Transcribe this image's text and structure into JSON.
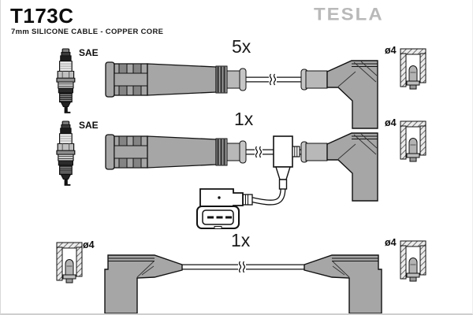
{
  "header": {
    "part_number": "T173C",
    "subtitle": "7mm SILICONE CABLE - COPPER CORE",
    "brand": "TESLA"
  },
  "rows": [
    {
      "id": "row-1",
      "quantity": "5x",
      "plug_standard": "SAE",
      "terminal_diameter": "ø4",
      "parts": [
        "spark-plug",
        "straight-coil-boot",
        "cable-with-break",
        "angled-plug-boot",
        "terminal-socket-cutaway"
      ]
    },
    {
      "id": "row-2",
      "quantity": "1x",
      "plug_standard": "SAE",
      "terminal_diameter": "ø4",
      "parts": [
        "spark-plug",
        "straight-coil-boot",
        "cable-with-break",
        "t-junction",
        "diagnostic-connector",
        "angled-plug-boot",
        "terminal-socket-cutaway"
      ]
    },
    {
      "id": "row-3",
      "quantity": "1x",
      "terminal_diameter_left": "ø4",
      "terminal_diameter_right": "ø4",
      "parts": [
        "terminal-socket-cutaway",
        "angled-boot-left",
        "cable-with-break",
        "angled-boot-right",
        "terminal-socket-cutaway"
      ]
    }
  ],
  "icons": {
    "spark_plug": "spark-plug-icon",
    "straight_boot": "straight-coil-boot-icon",
    "angled_boot": "angled-plug-boot-icon",
    "terminal_socket": "terminal-socket-cutaway-icon",
    "cable_break": "cable-break-icon",
    "diagnostic_connector": "diagnostic-connector-icon",
    "t_junction": "t-junction-icon"
  },
  "colors": {
    "background": "#ffffff",
    "boot_gray": "#a6a6a6",
    "cap_gray": "#c6c6c6",
    "brand_gray": "#b9b9b9",
    "outline_black": "#111111"
  }
}
